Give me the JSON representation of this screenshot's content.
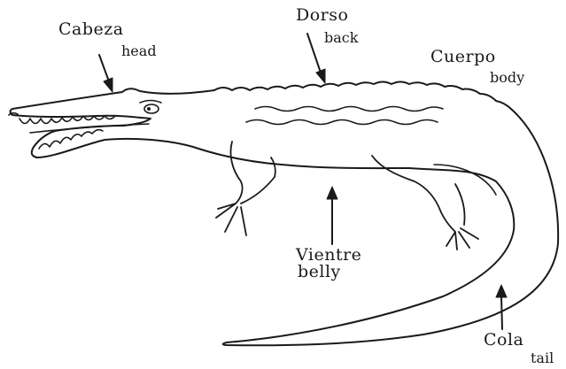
{
  "labels": {
    "head": {
      "es": "Cabeza",
      "en": "head"
    },
    "back": {
      "es": "Dorso",
      "en": "back"
    },
    "body": {
      "es": "Cuerpo",
      "en": "body"
    },
    "belly": {
      "es": "Vientre",
      "en": "belly"
    },
    "tail": {
      "es": "Cola",
      "en": "tail"
    }
  },
  "colors": {
    "ink": "#1a1a1a",
    "paper": "#ffffff"
  }
}
